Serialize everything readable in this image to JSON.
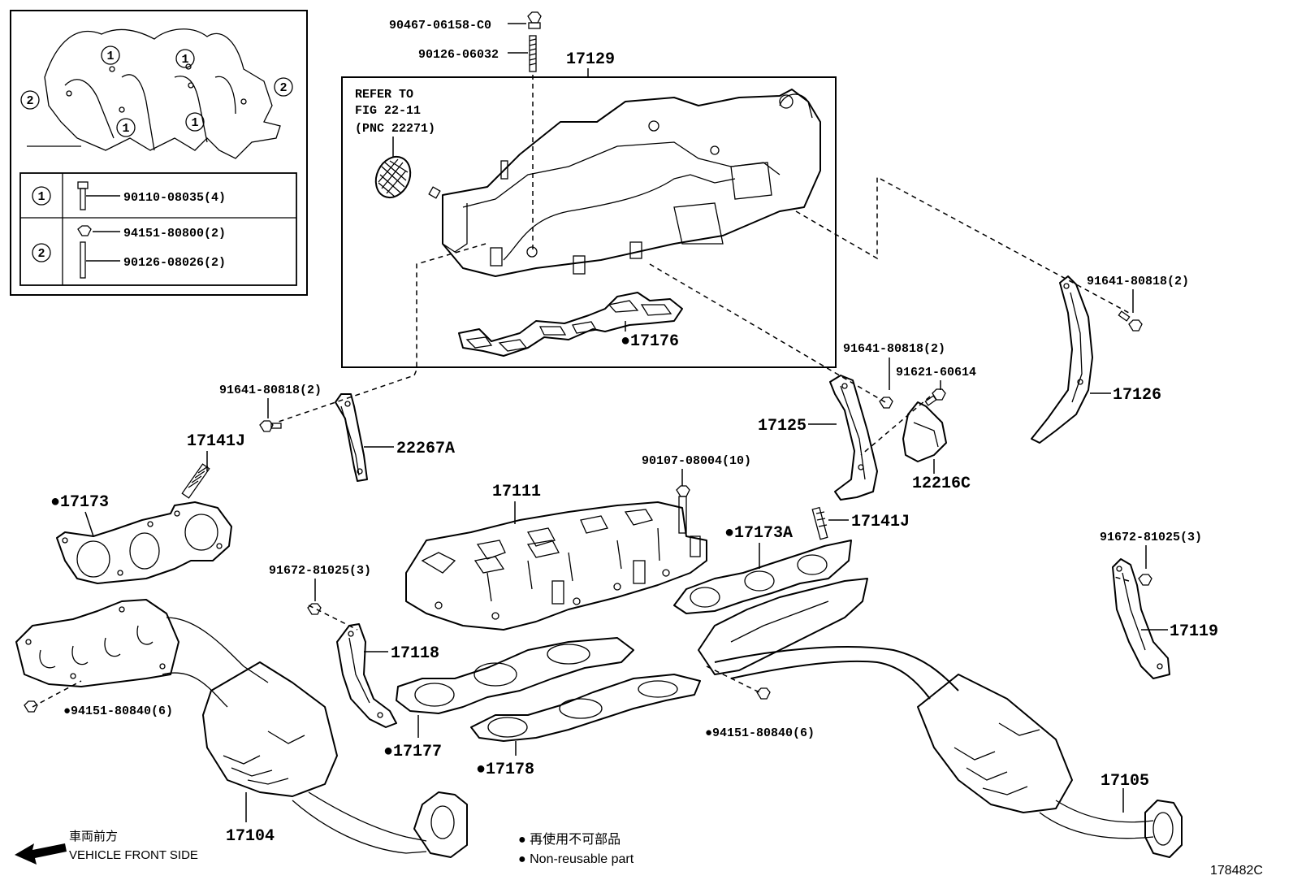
{
  "legend_box": {
    "row1_marker": "1",
    "row2_marker": "2",
    "row1_part": "90110-08035(4)",
    "row2_part_a": "94151-80800(2)",
    "row2_part_b": "90126-08026(2)",
    "callout_1": "1",
    "callout_2": "2"
  },
  "refer_note": {
    "line1": "REFER TO",
    "line2": "FIG 22-11",
    "line3": "(PNC 22271)"
  },
  "labels": {
    "p90467": "90467-06158-C0",
    "p90126": "90126-06032",
    "p17129": "17129",
    "p17176": "●17176",
    "p91641_a": "91641-80818(2)",
    "p91641_b": "91641-80818(2)",
    "p91641_c": "91641-80818(2)",
    "p91621": "91621-60614",
    "p17126": "17126",
    "p17125": "17125",
    "p12216C": "12216C",
    "p22267A": "22267A",
    "p17141J_a": "17141J",
    "p17141J_b": "17141J",
    "p17173": "●17173",
    "p17173A": "●17173A",
    "p17111": "17111",
    "p90107": "90107-08004(10)",
    "p91672_a": "91672-81025(3)",
    "p91672_b": "91672-81025(3)",
    "p17118": "17118",
    "p17119": "17119",
    "p94151_a": "●94151-80840(6)",
    "p94151_b": "●94151-80840(6)",
    "p17177": "●17177",
    "p17178": "●17178",
    "p17104": "17104",
    "p17105": "17105"
  },
  "footer": {
    "direction_jp": "車両前方",
    "direction_en": "VEHICLE FRONT SIDE",
    "note_jp": "● 再使用不可部品",
    "note_en": "● Non-reusable part",
    "figure_id": "178482C"
  }
}
